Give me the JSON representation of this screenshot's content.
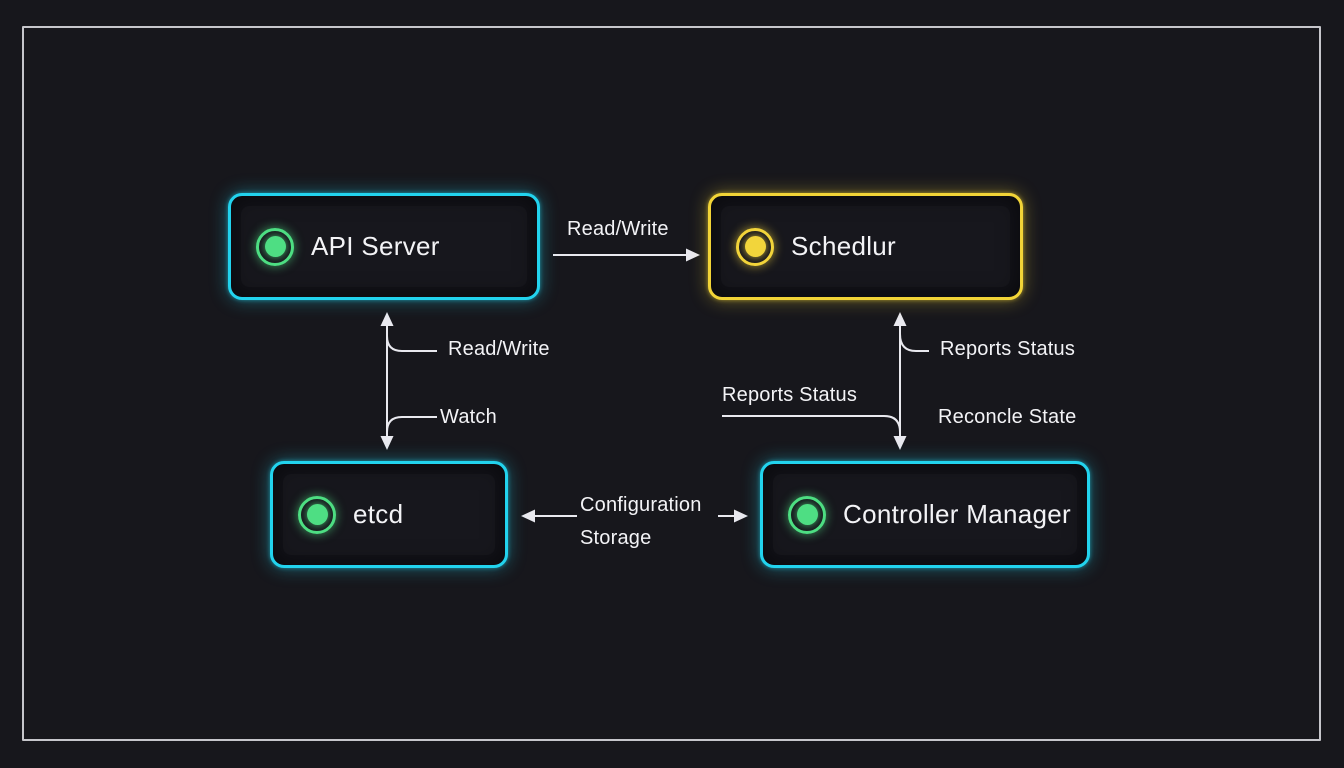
{
  "theme": {
    "bg": "#17171c",
    "panel": "#121218",
    "line": "#e9e9ef",
    "text": "#f3f3f6",
    "cyan": "#22d3ee",
    "yellow": "#f2d437",
    "green": "#4ade80",
    "frame": "#c6c6cb"
  },
  "diagram": {
    "nodes": [
      {
        "id": "api-server",
        "label": "API Server",
        "accent": "#22d3ee",
        "status_color": "#4ade80"
      },
      {
        "id": "scheduler",
        "label": "Schedlur",
        "accent": "#f2d437",
        "status_color": "#f2d437"
      },
      {
        "id": "etcd",
        "label": "etcd",
        "accent": "#22d3ee",
        "status_color": "#4ade80"
      },
      {
        "id": "controller-manager",
        "label": "Controller Manager",
        "accent": "#22d3ee",
        "status_color": "#4ade80"
      }
    ],
    "edges": [
      {
        "id": "api-server-to-scheduler",
        "label": "Read/Write"
      },
      {
        "id": "api-server-etcd-read-write",
        "label": "Read/Write"
      },
      {
        "id": "api-server-etcd-watch",
        "label": "Watch"
      },
      {
        "id": "scheduler-reports-status",
        "label": "Reports Status"
      },
      {
        "id": "controller-reports-status",
        "label": "Reports Status"
      },
      {
        "id": "controller-reconcile-state",
        "label": "Reconcle State"
      },
      {
        "id": "etcd-controller-config-storage",
        "label": "Configuration Storage"
      }
    ]
  }
}
